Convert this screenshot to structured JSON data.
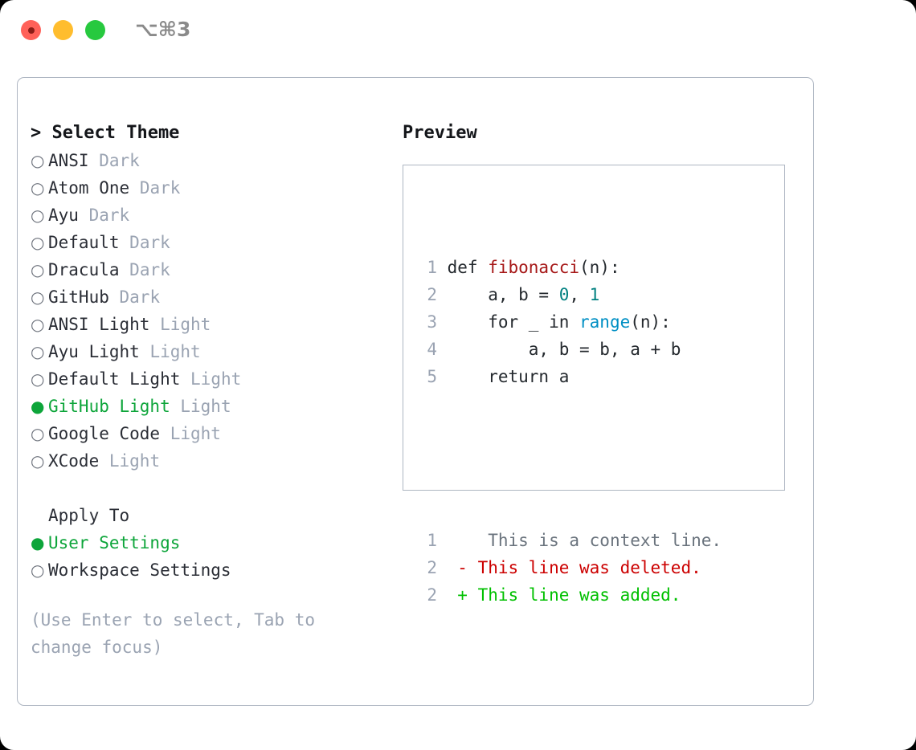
{
  "titlebar": {
    "shortcut": "⌥⌘3",
    "lights": [
      "close-red",
      "minimize-yellow",
      "maximize-green"
    ]
  },
  "left_pane": {
    "heading": "> Select Theme",
    "themes": [
      {
        "bullet": "○",
        "selected": false,
        "name": "ANSI",
        "badge": "Dark"
      },
      {
        "bullet": "○",
        "selected": false,
        "name": "Atom One",
        "badge": "Dark"
      },
      {
        "bullet": "○",
        "selected": false,
        "name": "Ayu",
        "badge": "Dark"
      },
      {
        "bullet": "○",
        "selected": false,
        "name": "Default",
        "badge": "Dark"
      },
      {
        "bullet": "○",
        "selected": false,
        "name": "Dracula",
        "badge": "Dark"
      },
      {
        "bullet": "○",
        "selected": false,
        "name": "GitHub",
        "badge": "Dark"
      },
      {
        "bullet": "○",
        "selected": false,
        "name": "ANSI Light",
        "badge": "Light"
      },
      {
        "bullet": "○",
        "selected": false,
        "name": "Ayu Light",
        "badge": "Light"
      },
      {
        "bullet": "○",
        "selected": false,
        "name": "Default Light",
        "badge": "Light"
      },
      {
        "bullet": "●",
        "selected": true,
        "name": "GitHub Light",
        "badge": "Light"
      },
      {
        "bullet": "○",
        "selected": false,
        "name": "Google Code",
        "badge": "Light"
      },
      {
        "bullet": "○",
        "selected": false,
        "name": "XCode",
        "badge": "Light"
      }
    ],
    "apply_to": {
      "heading": "Apply To",
      "options": [
        {
          "bullet": "●",
          "selected": true,
          "name": "User Settings"
        },
        {
          "bullet": "○",
          "selected": false,
          "name": "Workspace Settings"
        }
      ]
    },
    "hint": "(Use Enter to select, Tab to change focus)"
  },
  "right_pane": {
    "heading": "Preview",
    "code_lines": [
      {
        "num": "1",
        "tokens": [
          {
            "t": " def ",
            "c": "plain"
          },
          {
            "t": "fibonacci",
            "c": "func"
          },
          {
            "t": "(n):",
            "c": "plain"
          }
        ]
      },
      {
        "num": "2",
        "tokens": [
          {
            "t": "     a, b = ",
            "c": "plain"
          },
          {
            "t": "0",
            "c": "num"
          },
          {
            "t": ", ",
            "c": "plain"
          },
          {
            "t": "1",
            "c": "num"
          }
        ]
      },
      {
        "num": "3",
        "tokens": [
          {
            "t": "     for _ in ",
            "c": "plain"
          },
          {
            "t": "range",
            "c": "builtin"
          },
          {
            "t": "(n):",
            "c": "plain"
          }
        ]
      },
      {
        "num": "4",
        "tokens": [
          {
            "t": "         a, b = b, a + b",
            "c": "plain"
          }
        ]
      },
      {
        "num": "5",
        "tokens": [
          {
            "t": "     return a",
            "c": "plain"
          }
        ]
      }
    ],
    "diff_lines": [
      {
        "num": "1",
        "marker": "  ",
        "text": " This is a context line.",
        "kind": "ctx"
      },
      {
        "num": "2",
        "marker": "- ",
        "text": "This line was deleted.",
        "kind": "del"
      },
      {
        "num": "2",
        "marker": "+ ",
        "text": "This line was added.",
        "kind": "add"
      }
    ]
  },
  "colors": {
    "selected_green": "#0da53a",
    "diff_add_green": "#00c000",
    "diff_del_red": "#cc0000",
    "badge_gray": "#9aa3b2",
    "border": "#aeb6c2",
    "func_red": "#a61717",
    "num_teal": "#018080",
    "builtin_blue": "#008fc4"
  }
}
